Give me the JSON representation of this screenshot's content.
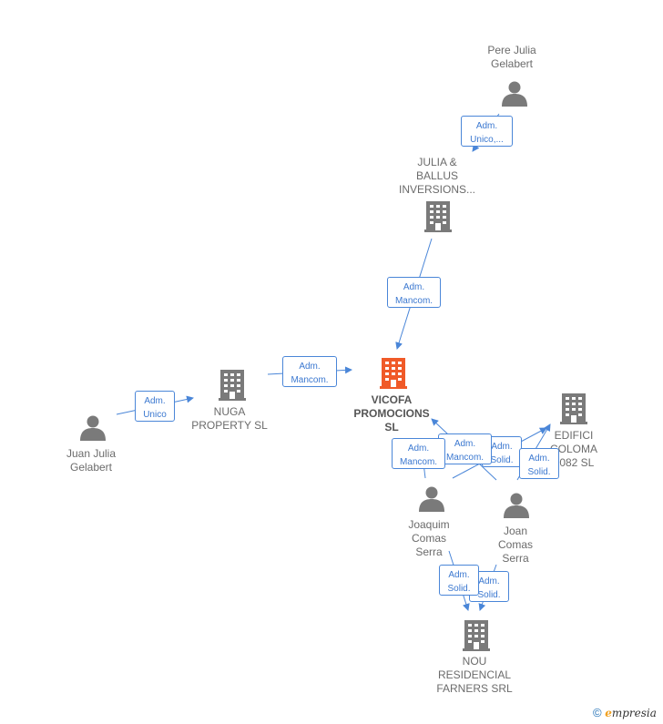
{
  "nodes": {
    "pere": {
      "label": "Pere Julia\nGelabert",
      "type": "person"
    },
    "julia_ballus": {
      "label": "JULIA &\nBALLUS\nINVERSIONS...",
      "type": "company"
    },
    "vicofa": {
      "label": "VICOFA\nPROMOCIONS\nSL",
      "type": "company-main"
    },
    "nuga": {
      "label": "NUGA\nPROPERTY  SL",
      "type": "company"
    },
    "juan": {
      "label": "Juan Julia\nGelabert",
      "type": "person"
    },
    "edifici": {
      "label": "EDIFICI\nCOLOMA\n2082  SL",
      "type": "company"
    },
    "joaquim": {
      "label": "Joaquim\nComas\nSerra",
      "type": "person"
    },
    "joan": {
      "label": "Joan\nComas\nSerra",
      "type": "person"
    },
    "nou": {
      "label": "NOU\nRESIDENCIAL\nFARNERS SRL",
      "type": "company"
    }
  },
  "edges": {
    "pere_julia": "Adm.\nUnico,...",
    "julia_vicofa": "Adm.\nMancom.",
    "nuga_vicofa": "Adm.\nMancom.",
    "juan_nuga": "Adm.\nUnico",
    "joan_vicofa": "Adm.\nMancom.",
    "joan_edifici": "Adm.\nSolid.",
    "joaquim_edifici": "Adm.\nSolid.",
    "joaquim_vicofa": "Adm.\nMancom.",
    "joan_nou": "Adm.\nSolid.",
    "joaquim_nou": "Adm.\nSolid."
  },
  "colors": {
    "edge": "#4a86d8",
    "node_icon": "#7a7a7a",
    "main_icon": "#f05a28"
  },
  "footer": {
    "copyright": "©",
    "brand_initial": "e",
    "brand_rest": "mpresia"
  }
}
